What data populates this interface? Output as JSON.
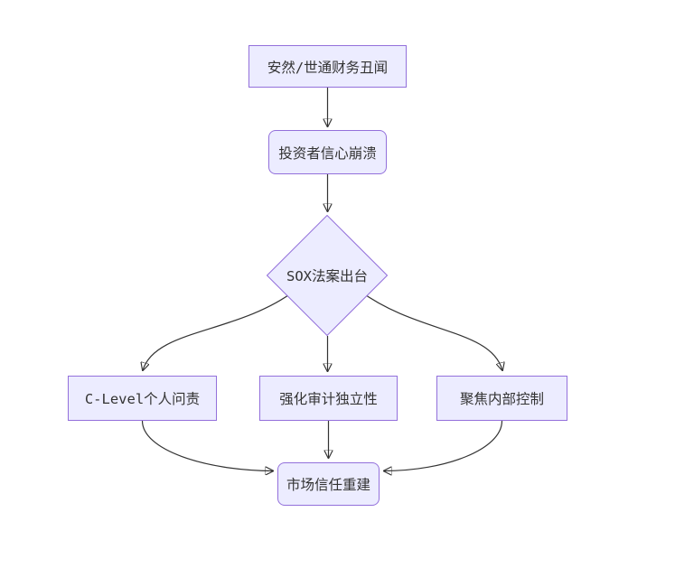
{
  "diagram": {
    "type": "flowchart-top-down",
    "colors": {
      "node_fill": "#ECECFF",
      "node_border": "#9370DB",
      "edge": "#333333",
      "text": "#333333",
      "background": "#ffffff"
    },
    "nodes": [
      {
        "id": "scandal",
        "label": "安然/世通财务丑闻",
        "shape": "rect"
      },
      {
        "id": "confidence",
        "label": "投资者信心崩溃",
        "shape": "rounded"
      },
      {
        "id": "sox",
        "label": "SOX法案出台",
        "shape": "diamond"
      },
      {
        "id": "accountability",
        "label": "C-Level个人问责",
        "shape": "rect"
      },
      {
        "id": "audit",
        "label": "强化审计独立性",
        "shape": "rect"
      },
      {
        "id": "internal_control",
        "label": "聚焦内部控制",
        "shape": "rect"
      },
      {
        "id": "trust",
        "label": "市场信任重建",
        "shape": "rounded"
      }
    ],
    "edges": [
      {
        "from": "scandal",
        "to": "confidence"
      },
      {
        "from": "confidence",
        "to": "sox"
      },
      {
        "from": "sox",
        "to": "accountability"
      },
      {
        "from": "sox",
        "to": "audit"
      },
      {
        "from": "sox",
        "to": "internal_control"
      },
      {
        "from": "accountability",
        "to": "trust"
      },
      {
        "from": "audit",
        "to": "trust"
      },
      {
        "from": "internal_control",
        "to": "trust"
      }
    ]
  }
}
